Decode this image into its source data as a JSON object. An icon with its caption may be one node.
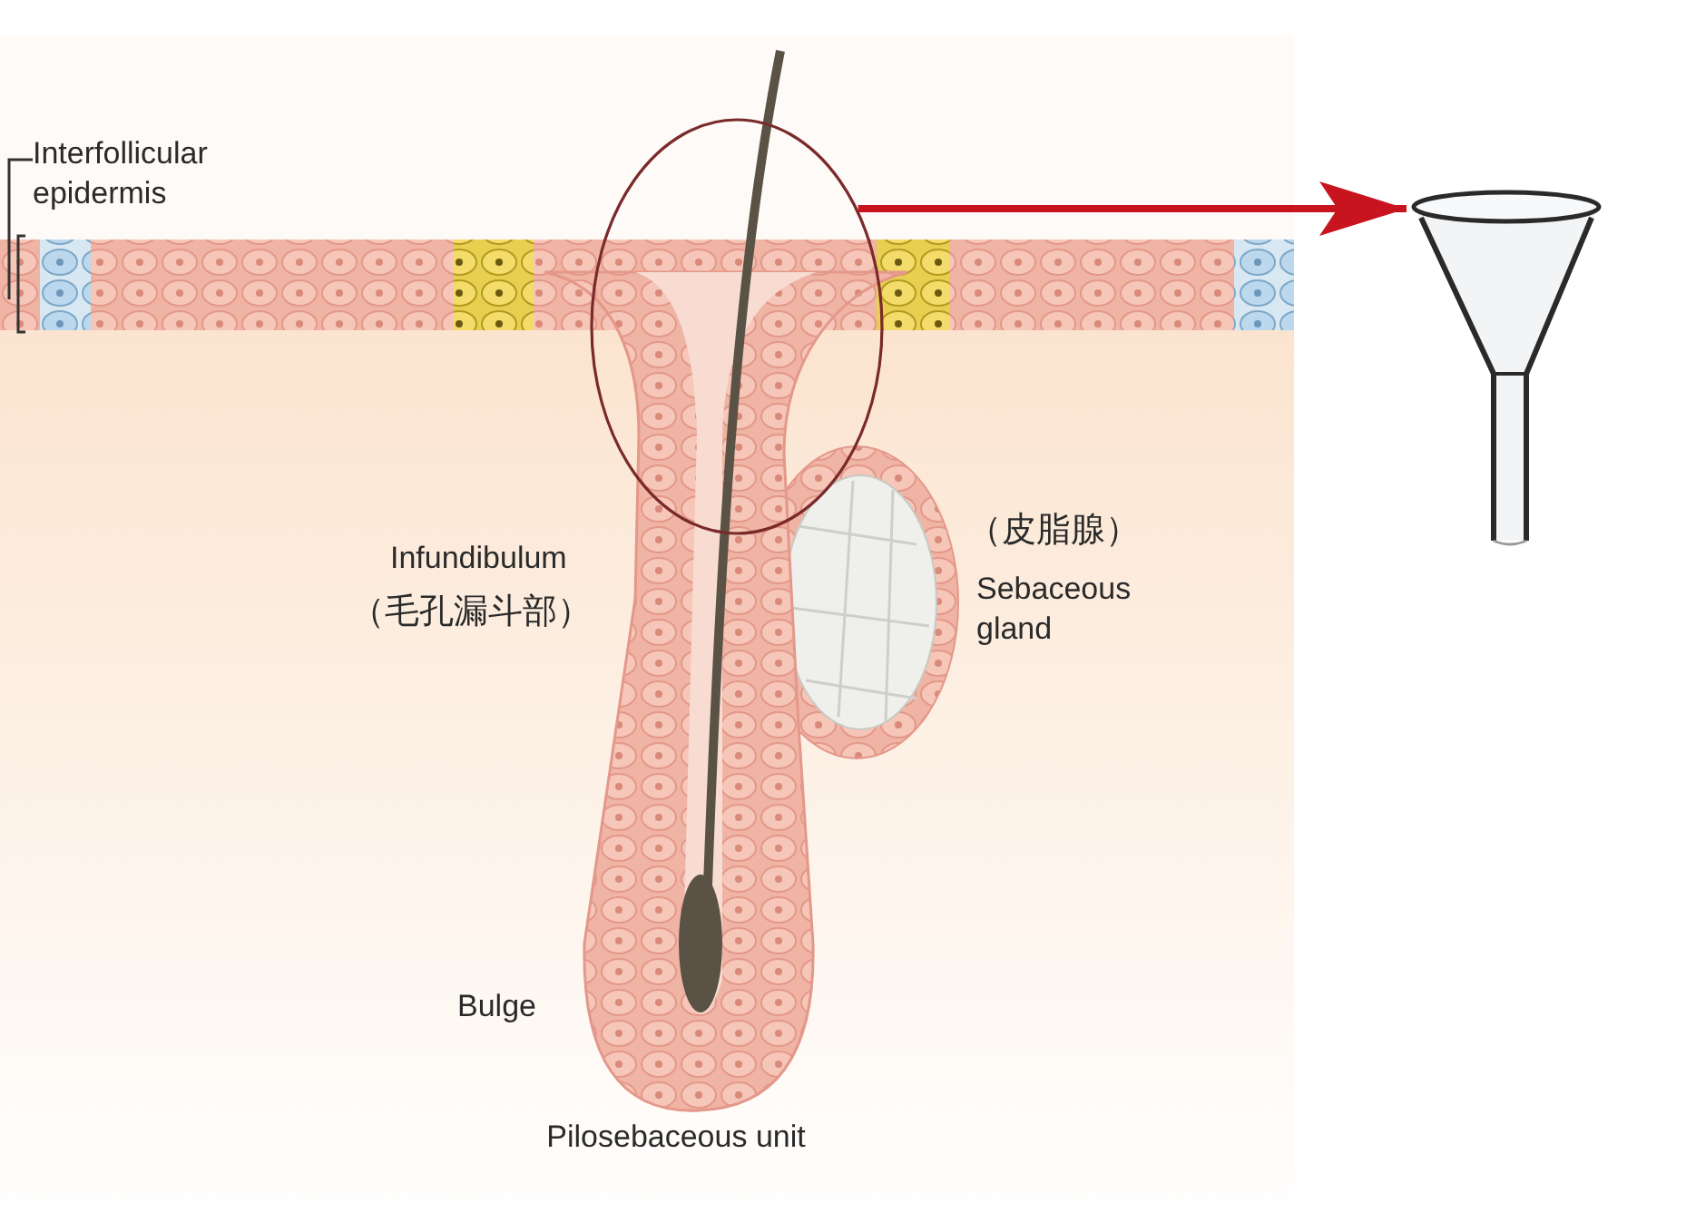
{
  "diagram": {
    "nodes": [
      {
        "text": [],
        "shape": "circle"
      },
      {
        "text": [],
        "shape": "picture"
      }
    ],
    "edges": [
      {
        "from": 0,
        "to": 1,
        "arrow": "to",
        "color": "#c8141e"
      }
    ],
    "labels": [
      "Interfollicular epidermis",
      "Infundibulum",
      "（毛孔漏斗部）",
      "（皮脂腺）",
      "Sebaceous gland",
      "Bulge",
      "Pilosebaceous unit"
    ]
  }
}
